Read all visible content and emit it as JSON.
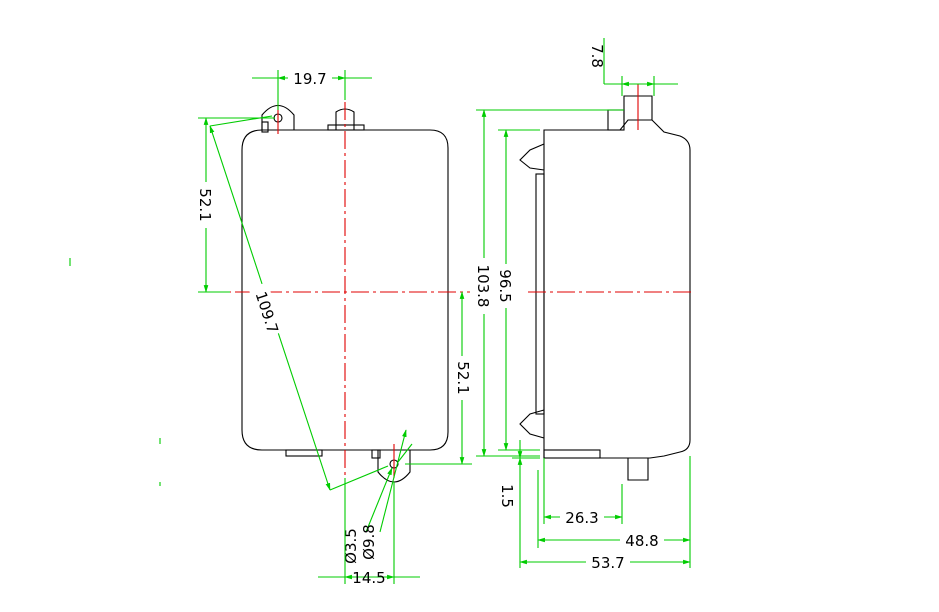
{
  "dimensions": {
    "tab_offset": "19.7",
    "upper_half_height": "52.1",
    "diagonal": "109.7",
    "lower_half_height": "52.1",
    "hole_diameter": "Ø3.5",
    "tab_diameter": "Ø9.8",
    "bottom_tab_offset": "14.5",
    "side_top_tab": "7.8",
    "overall_height": "103.8",
    "body_height": "96.5",
    "flange_thickness": "1.5",
    "front_depth": "26.3",
    "body_depth": "48.8",
    "overall_depth": "53.7"
  },
  "colors": {
    "outline": "#000000",
    "dimension": "#00cc00",
    "centerline": "#e00000"
  }
}
